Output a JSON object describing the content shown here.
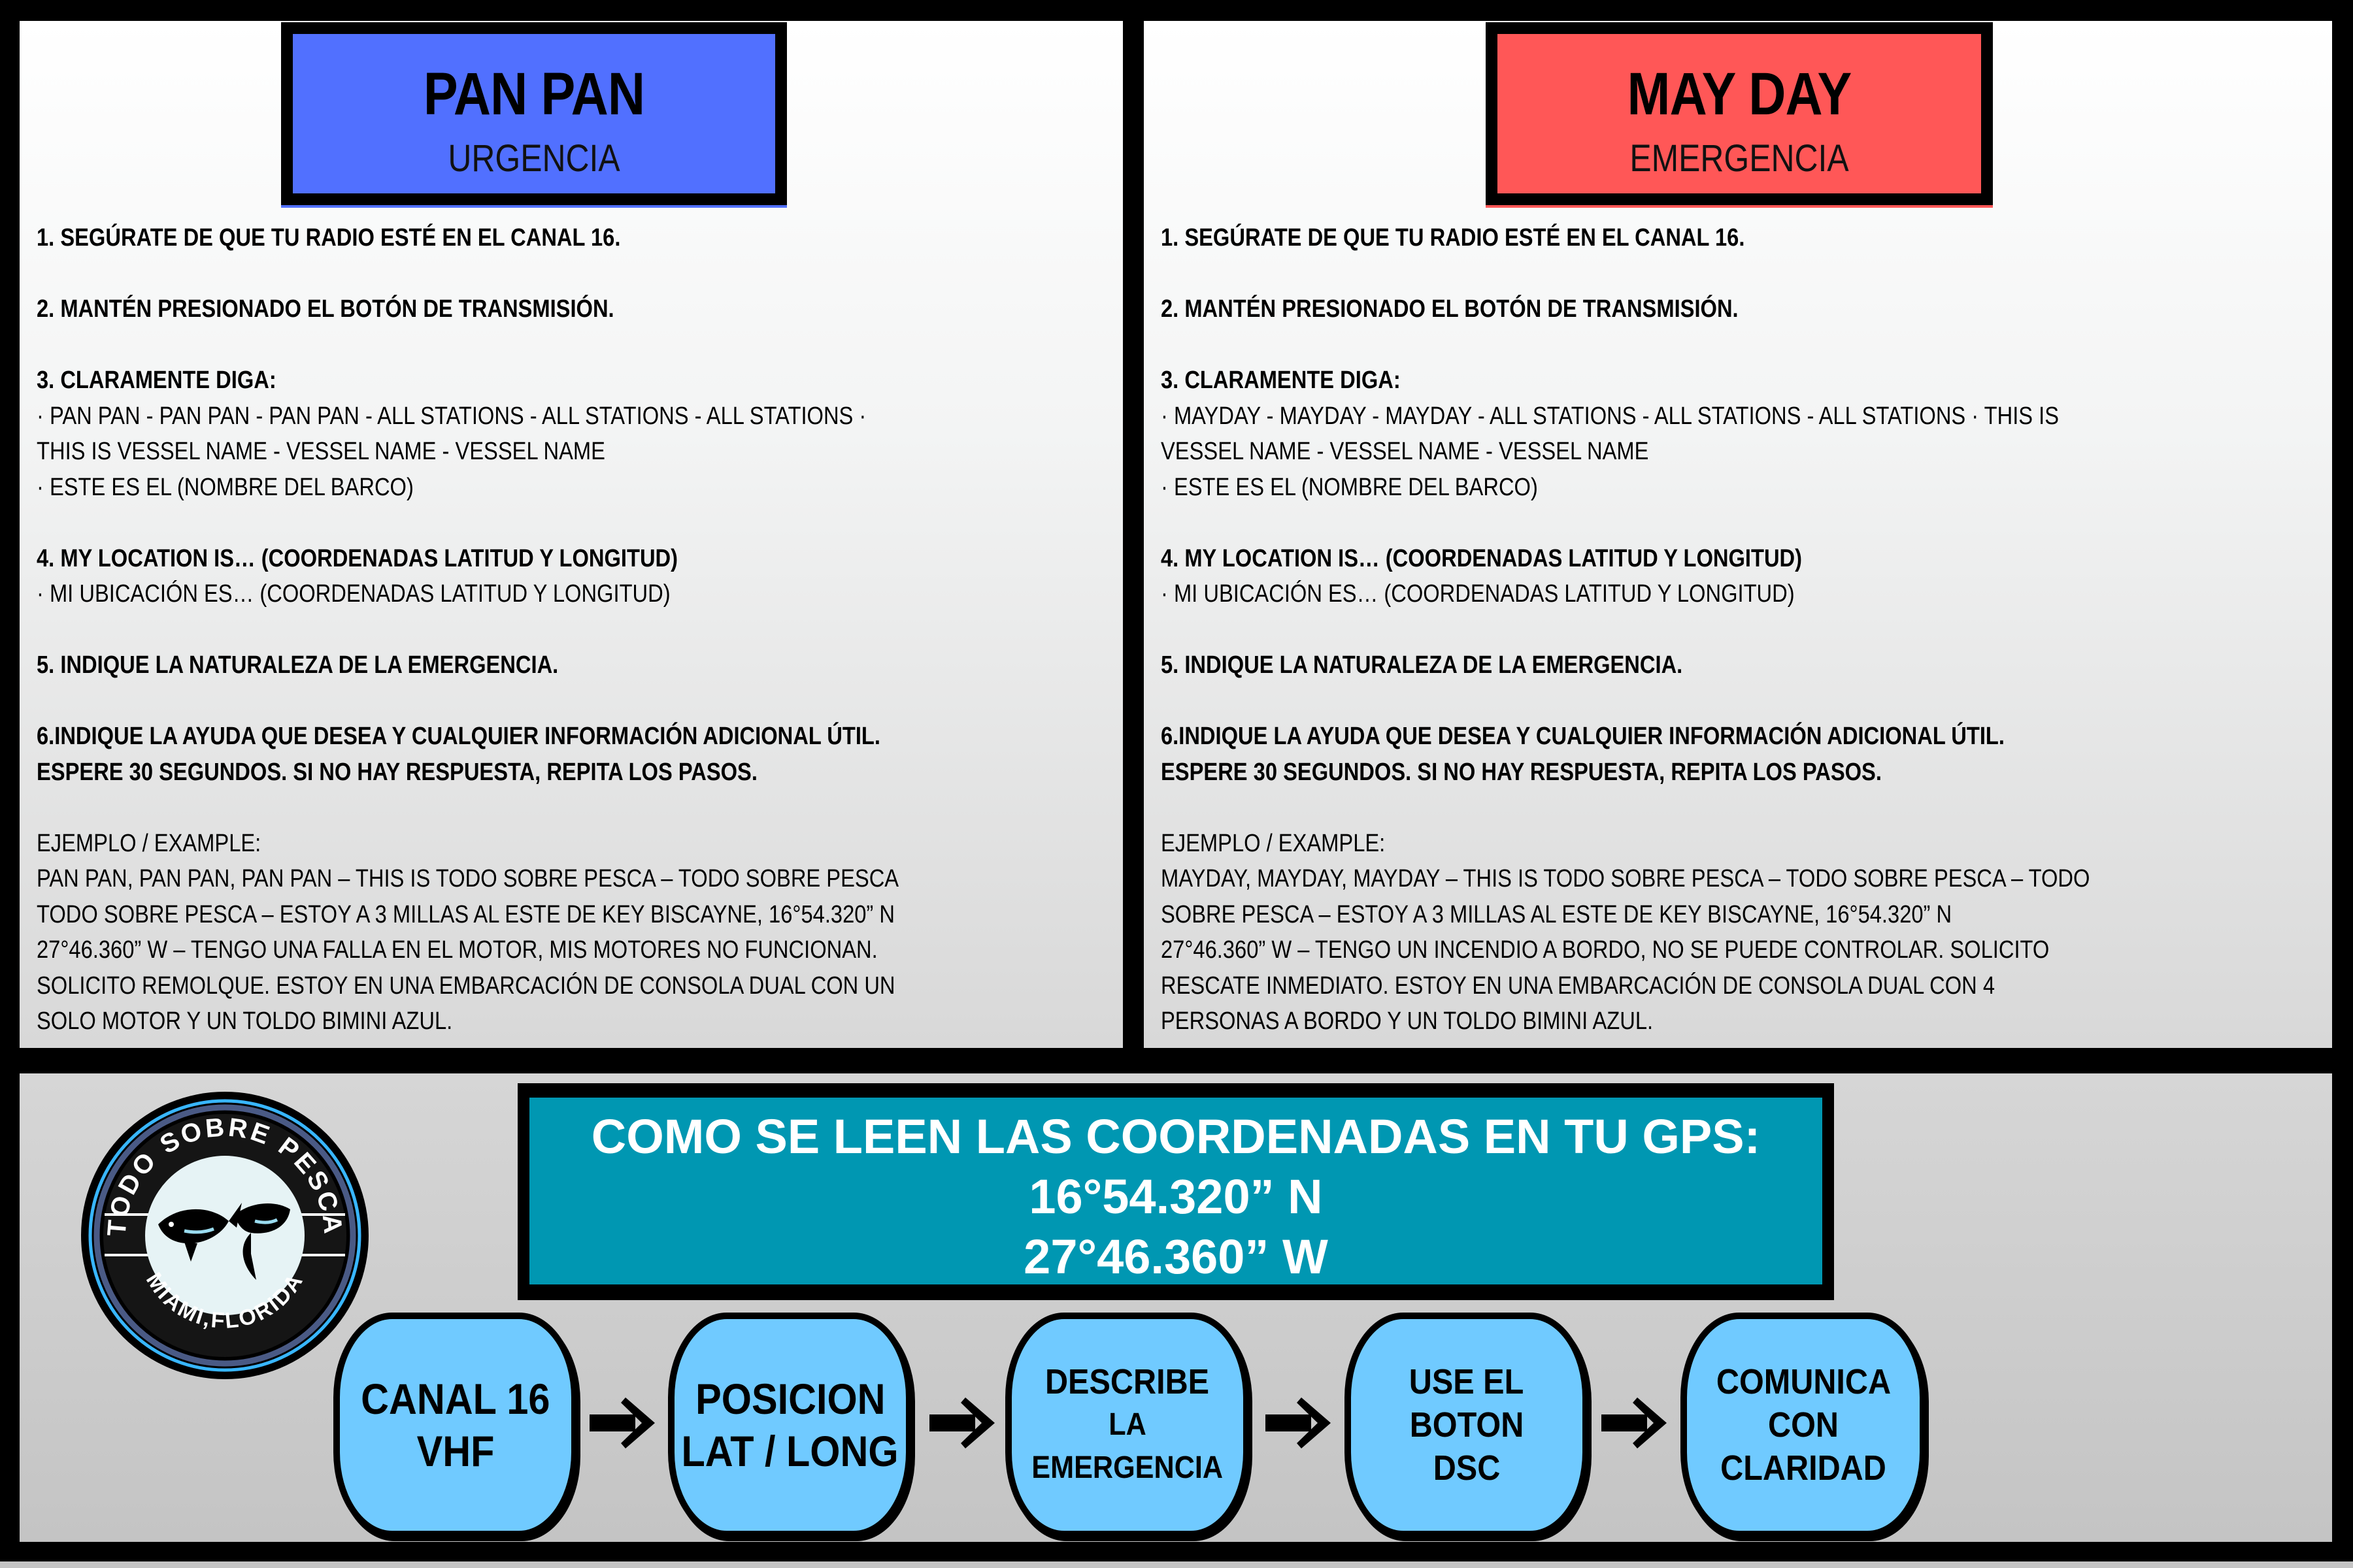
{
  "panels": {
    "left": {
      "title": "PAN PAN",
      "subtitle": "URGENCIA",
      "color": "#5170ff",
      "steps": {
        "s1": "1. SEGÚRATE DE QUE TU RADIO ESTÉ EN EL CANAL 16.",
        "s2": "2. MANTÉN PRESIONADO EL BOTÓN DE TRANSMISIÓN.",
        "s3": "3. CLARAMENTE DIGA:",
        "s3a": "· PAN PAN - PAN PAN - PAN PAN - ALL STATIONS - ALL STATIONS - ALL STATIONS ·",
        "s3b": "THIS IS VESSEL NAME - VESSEL NAME - VESSEL NAME",
        "s3c": "· ESTE ES EL (NOMBRE DEL BARCO)",
        "s4": "4. MY LOCATION IS… (COORDENADAS LATITUD Y LONGITUD)",
        "s4a": "· MI UBICACIÓN ES… (COORDENADAS LATITUD Y LONGITUD)",
        "s5": "5. INDIQUE LA NATURALEZA DE LA EMERGENCIA.",
        "s6": "6.INDIQUE LA AYUDA QUE DESEA Y CUALQUIER INFORMACIÓN ADICIONAL ÚTIL.",
        "s6b": "ESPERE 30 SEGUNDOS. SI NO HAY RESPUESTA, REPITA LOS PASOS."
      },
      "example_label": "EJEMPLO / EXAMPLE:",
      "example_lines": [
        "PAN PAN, PAN PAN, PAN PAN – THIS IS TODO SOBRE PESCA – TODO SOBRE PESCA",
        "TODO SOBRE PESCA – ESTOY A 3 MILLAS AL ESTE DE KEY BISCAYNE, 16°54.320” N",
        " 27°46.360” W – TENGO UNA FALLA EN EL MOTOR, MIS MOTORES NO FUNCIONAN.",
        "SOLICITO REMOLQUE. ESTOY EN UNA EMBARCACIÓN DE CONSOLA DUAL CON UN",
        "SOLO MOTOR Y UN TOLDO BIMINI AZUL."
      ]
    },
    "right": {
      "title": "MAY DAY",
      "subtitle": "EMERGENCIA",
      "color": "#ff5757",
      "steps": {
        "s1": "1. SEGÚRATE DE QUE TU RADIO ESTÉ EN EL CANAL 16.",
        "s2": "2. MANTÉN PRESIONADO EL BOTÓN DE TRANSMISIÓN.",
        "s3": "3. CLARAMENTE DIGA:",
        "s3a": "· MAYDAY - MAYDAY - MAYDAY - ALL STATIONS - ALL STATIONS - ALL STATIONS · THIS IS",
        "s3b": "VESSEL NAME - VESSEL NAME - VESSEL NAME",
        "s3c": "· ESTE ES EL (NOMBRE DEL BARCO)",
        "s4": "4. MY LOCATION IS… (COORDENADAS LATITUD Y LONGITUD)",
        "s4a": "· MI UBICACIÓN ES… (COORDENADAS LATITUD Y LONGITUD)",
        "s5": "5. INDIQUE LA NATURALEZA DE LA EMERGENCIA.",
        "s6": "6.INDIQUE LA AYUDA QUE DESEA Y CUALQUIER INFORMACIÓN ADICIONAL ÚTIL.",
        "s6b": "ESPERE 30 SEGUNDOS. SI NO HAY RESPUESTA, REPITA LOS PASOS."
      },
      "example_label": "EJEMPLO / EXAMPLE:",
      "example_lines": [
        "MAYDAY, MAYDAY, MAYDAY – THIS IS TODO SOBRE PESCA – TODO SOBRE PESCA – TODO",
        "SOBRE PESCA – ESTOY A 3 MILLAS AL ESTE DE KEY BISCAYNE, 16°54.320” N",
        " 27°46.360” W – TENGO UN INCENDIO A BORDO, NO SE PUEDE CONTROLAR. SOLICITO",
        "RESCATE INMEDIATO. ESTOY EN UNA EMBARCACIÓN DE CONSOLA DUAL CON 4",
        "PERSONAS A BORDO Y UN TOLDO BIMINI AZUL."
      ]
    }
  },
  "gps": {
    "heading": "COMO SE LEEN LAS COORDENADAS EN TU GPS:",
    "lat": "16°54.320” N",
    "lon": "27°46.360” W",
    "color": "#0097b2"
  },
  "logo": {
    "top_text": "TODO SOBRE PESCA",
    "bottom_text": "MIAMI,FLORIDA",
    "icon": "fish-icon"
  },
  "flow": {
    "color": "#70caff",
    "steps": [
      {
        "lines": [
          "CANAL 16",
          "VHF"
        ]
      },
      {
        "lines": [
          "POSICION",
          "LAT / LONG"
        ]
      },
      {
        "lines": [
          "DESCRIBE",
          "LA",
          "EMERGENCIA"
        ]
      },
      {
        "lines": [
          "USE EL",
          "BOTON",
          "DSC"
        ]
      },
      {
        "lines": [
          "COMUNICA",
          "CON",
          "CLARIDAD"
        ]
      }
    ],
    "arrow_icon": "arrow-right-icon"
  }
}
